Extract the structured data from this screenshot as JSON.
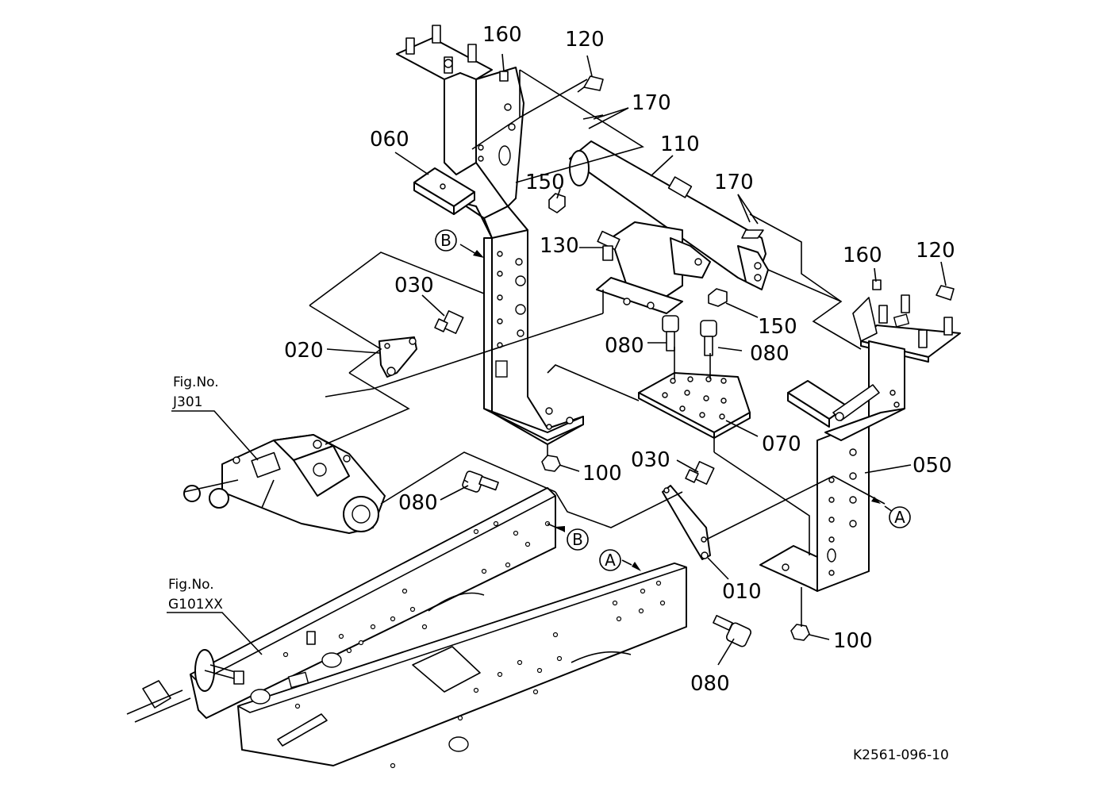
{
  "callouts": {
    "c160a": "160",
    "c120a": "120",
    "c170a": "170",
    "c060": "060",
    "c110": "110",
    "c150a": "150",
    "c170b": "170",
    "c130": "130",
    "c160b": "160",
    "c120b": "120",
    "c030a": "030",
    "c150b": "150",
    "c080a": "080",
    "c080b": "080",
    "c020": "020",
    "c070": "070",
    "c050": "050",
    "c100a": "100",
    "c030b": "030",
    "c080c": "080",
    "c010": "010",
    "c100b": "100",
    "c080d": "080"
  },
  "refs": {
    "fig1_line1": "Fig.No.",
    "fig1_line2": "J301",
    "fig2_line1": "Fig.No.",
    "fig2_line2": "G101XX"
  },
  "markers": {
    "a1": "A",
    "a2": "A",
    "b1": "B",
    "b2": "B"
  },
  "diagram_code": "K2561-096-10"
}
